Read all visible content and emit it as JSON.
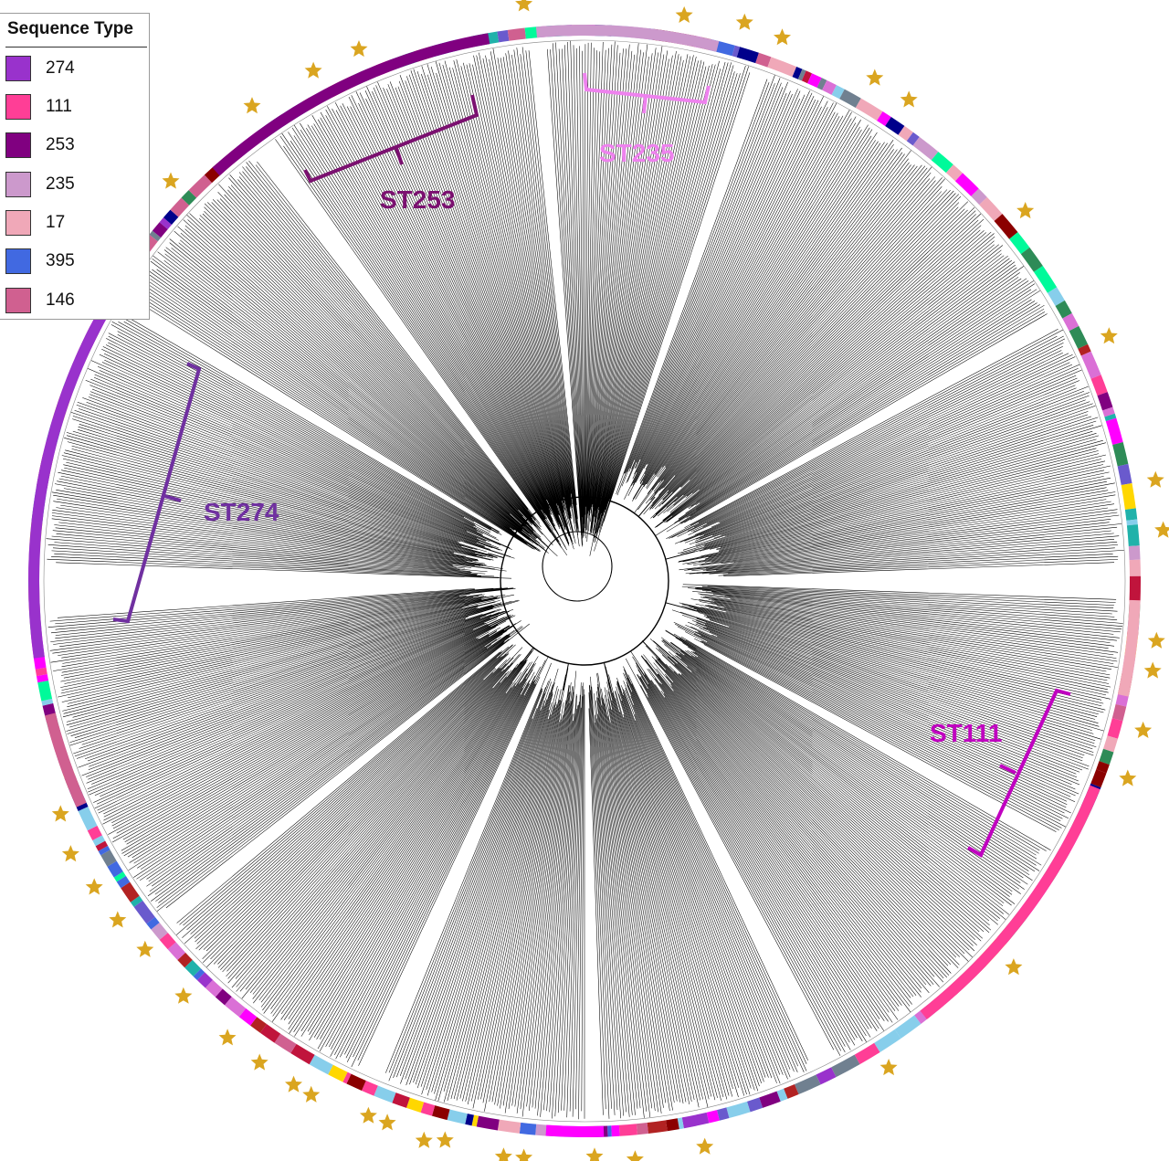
{
  "legend": {
    "title": "Sequence Type",
    "items": [
      {
        "label": "274",
        "color": "#9932CC"
      },
      {
        "label": "111",
        "color": "#FF3E96"
      },
      {
        "label": "253",
        "color": "#800080"
      },
      {
        "label": "235",
        "color": "#CC99CC"
      },
      {
        "label": "17",
        "color": "#F0A8B8"
      },
      {
        "label": "395",
        "color": "#4169E1"
      },
      {
        "label": "146",
        "color": "#D06090"
      }
    ]
  },
  "clades": [
    {
      "label": "ST253",
      "color": "#7B1070"
    },
    {
      "label": "ST235",
      "color": "#EE82EE"
    },
    {
      "label": "ST274",
      "color": "#7030A0"
    },
    {
      "label": "ST111",
      "color": "#C000C0"
    }
  ],
  "colors": {
    "star": "#DAA520",
    "branch": "#000000"
  }
}
